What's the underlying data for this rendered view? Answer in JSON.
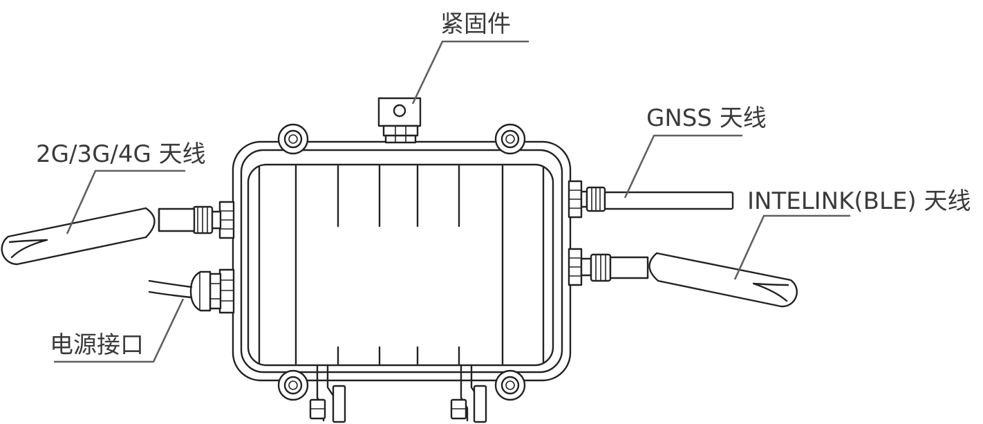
{
  "labels": {
    "fastener": "紧固件",
    "cellular_antenna": "2G/3G/4G 天线",
    "gnss_antenna": "GNSS 天线",
    "ble_antenna": "INTELINK(BLE) 天线",
    "power_port": "电源接口"
  },
  "colors": {
    "line": "#222222",
    "leader": "#5f5f5f",
    "label_text": "#3a3a3a",
    "background": "#ffffff"
  }
}
